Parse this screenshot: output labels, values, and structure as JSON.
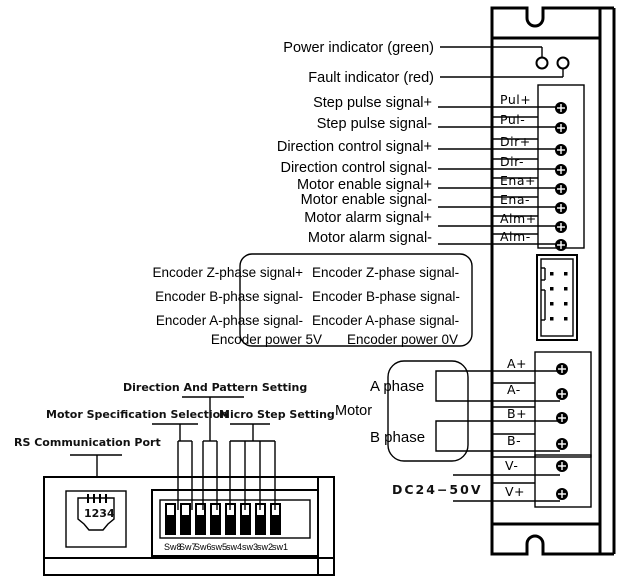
{
  "diagram": {
    "title": "Stepper driver wiring diagram",
    "indicators": {
      "power": "Power indicator (green)",
      "fault": "Fault indicator (red)"
    },
    "signals": [
      {
        "label": "Step pulse signal+",
        "terminal": "Pul+"
      },
      {
        "label": "Step pulse signal-",
        "terminal": "Pul-"
      },
      {
        "label": "Direction control signal+",
        "terminal": "Dir+"
      },
      {
        "label": "Direction control signal-",
        "terminal": "Dir-"
      },
      {
        "label": "Motor enable signal+",
        "terminal": "Ena+"
      },
      {
        "label": "Motor enable signal-",
        "terminal": "Ena-"
      },
      {
        "label": "Motor alarm signal+",
        "terminal": "Alm+"
      },
      {
        "label": "Motor alarm signal-",
        "terminal": "Alm-"
      }
    ],
    "encoder": {
      "rows": [
        [
          "Encoder Z-phase signal+",
          "Encoder Z-phase signal-"
        ],
        [
          "Encoder B-phase signal-",
          "Encoder B-phase signal-"
        ],
        [
          "Encoder A-phase signal-",
          "Encoder A-phase signal-"
        ],
        [
          "Encoder power 5V",
          "Encoder power 0V"
        ]
      ]
    },
    "motor": {
      "label": "Motor",
      "a_phase": "A phase",
      "b_phase": "B phase",
      "terminals": [
        "A+",
        "A-",
        "B+",
        "B-"
      ]
    },
    "power": {
      "label": "DC24−50V",
      "terminals": [
        "V-",
        "V+"
      ]
    },
    "settings": {
      "direction": "Direction And Pattern Setting",
      "motor_spec": "Motor Specification Selection",
      "micro_step": "Micro Step Setting",
      "rs_port": "RS Communication Port",
      "rj_pins": "1234",
      "switches": [
        "Sw8",
        "Sw7",
        "Sw6",
        "sw5",
        "sw4",
        "sw3",
        "sw2",
        "sw1"
      ]
    }
  }
}
